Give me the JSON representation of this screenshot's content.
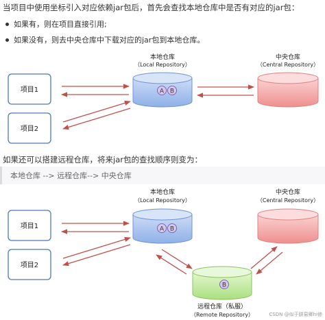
{
  "intro": "当项目中使用坐标引入对应依赖jar包后，首先会查找本地仓库中是否有对应的jar包：",
  "bullets": [
    "如果有，则在项目直接引用;",
    "如果没有，则去中央仓库中下载对应的jar包到本地仓库。"
  ],
  "diagram1": {
    "project1": "项目1",
    "project2": "项目2",
    "local_title": "本地仓库",
    "local_sub": "（Local Repository）",
    "central_title": "中央仓库",
    "central_sub": "（Central Repository）",
    "badge_a": "A",
    "badge_b": "B"
  },
  "middle_text": "如果还可以搭建远程仓库，将来jar包的查找顺序则变为：",
  "code_line": "本地仓库 --> 远程仓库--> 中央仓库",
  "diagram2": {
    "project1": "项目1",
    "project2": "项目2",
    "local_title": "本地仓库",
    "local_sub": "（Local Repository）",
    "central_title": "中央仓库",
    "central_sub": "（Central Repository）",
    "remote_title": "远程仓库（私服）",
    "remote_sub": "（Remote Repository）",
    "badge_a": "A",
    "badge_b": "B",
    "remote_badge_b": "B"
  },
  "watermark": "CSDN @似于朕易卿hi修",
  "colors": {
    "box_border": "#4a78b5",
    "arrow": "#c0504d",
    "local_fill": "#a9c4f0",
    "central_fill": "#f3a8a8",
    "remote_fill": "#c4eca0"
  }
}
